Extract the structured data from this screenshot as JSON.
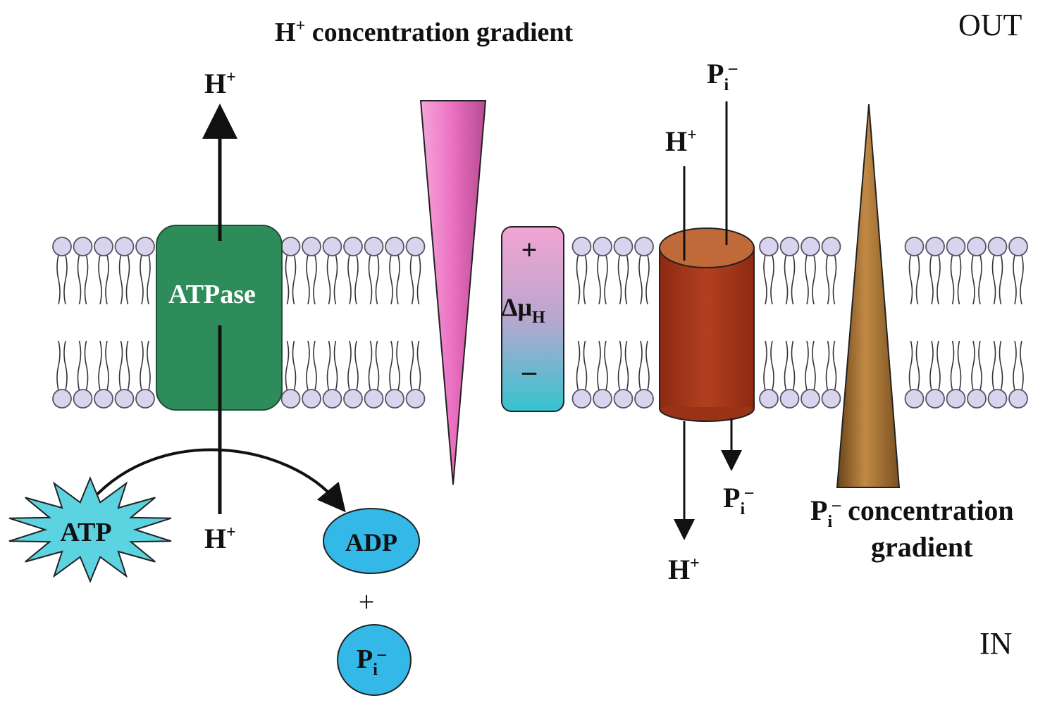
{
  "labels": {
    "out": "OUT",
    "in": "IN",
    "h_gradient": "H",
    "h_gradient_sup": "+",
    "h_gradient_rest": " concentration gradient",
    "atpase": "ATPase",
    "h": "H",
    "h_sup": "+",
    "p": "P",
    "p_sub": "i",
    "p_sup": "–",
    "atp": "ATP",
    "adp": "ADP",
    "plus_sign": "+",
    "delta_mu": "Δμ",
    "delta_mu_sub": "H",
    "charge_plus": "+",
    "charge_minus": "–",
    "pi_gradient_rest": " concentration",
    "pi_gradient_line2": "gradient"
  },
  "colors": {
    "lipid_head": "#d9d3ee",
    "lipid_head_stroke": "#555566",
    "atpase": "#2e8b5a",
    "h_cone": "#ee7fc7",
    "delta_top": "#f0a0d0",
    "delta_bottom": "#3fc6cf",
    "transporter": "#a83a1c",
    "transporter_top": "#c0683a",
    "pi_cone": "#9a6b30",
    "atp_star": "#5cd3e0",
    "ion_ellipse": "#33b8e8"
  }
}
